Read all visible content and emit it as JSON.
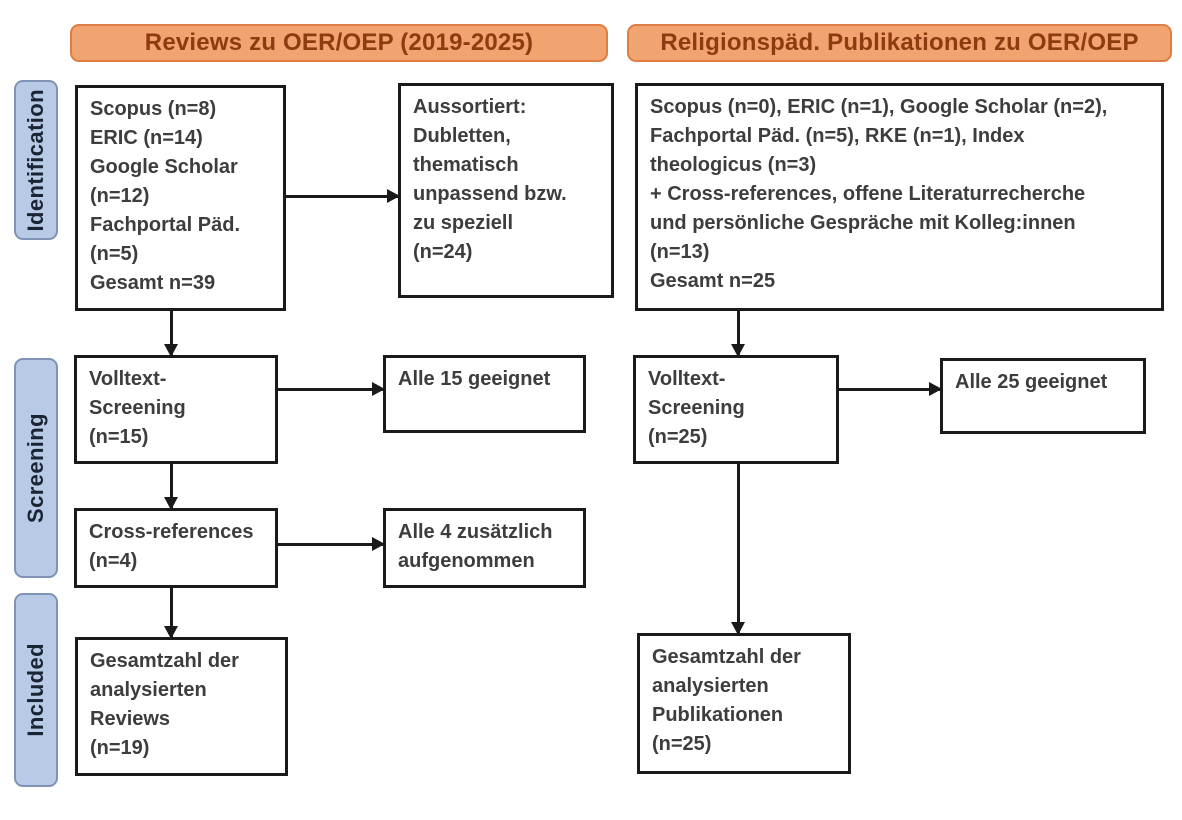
{
  "diagram": {
    "headers": {
      "left": "Reviews zu OER/OEP (2019-2025)",
      "right": "Religionspäd. Publikationen zu OER/OEP"
    },
    "stages": {
      "identification": "Identification",
      "screening": "Screening",
      "included": "Included"
    },
    "boxes": {
      "left_sources": "Scopus (n=8)\nERIC (n=14)\nGoogle Scholar\n(n=12)\nFachportal Päd.\n(n=5)\nGesamt n=39",
      "left_excluded": "Aussortiert:\nDubletten,\nthematisch\nunpassend bzw.\nzu speziell\n(n=24)",
      "left_screening": "Volltext-\nScreening\n(n=15)",
      "left_eligible": "Alle 15 geeignet",
      "left_crossref": "Cross-references\n(n=4)",
      "left_added": "Alle 4 zusätzlich\naufgenommen",
      "left_included": "Gesamtzahl der\nanalysierten\nReviews\n(n=19)",
      "right_sources": "Scopus (n=0), ERIC (n=1), Google Scholar (n=2),\nFachportal Päd. (n=5), RKE (n=1), Index\ntheologicus (n=3)\n+ Cross-references, offene Literaturrecherche\nund persönliche Gespräche mit Kolleg:innen\n(n=13)\nGesamt n=25",
      "right_screening": "Volltext-\nScreening\n(n=25)",
      "right_eligible": "Alle 25 geeignet",
      "right_included": "Gesamtzahl der\nanalysierten\nPublikationen\n(n=25)"
    },
    "colors": {
      "header_fill": "#F2A470",
      "header_border": "#DE7E44",
      "header_text": "#8C3C10",
      "stage_fill": "#B8CAE6",
      "stage_border": "#8093B5",
      "stage_text": "#1B2433",
      "line": "#1A1A1A",
      "box_text": "#3D3D3D"
    }
  }
}
